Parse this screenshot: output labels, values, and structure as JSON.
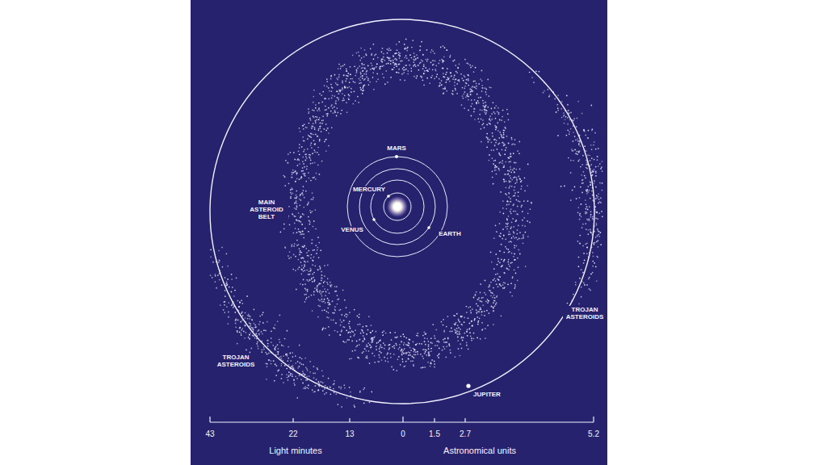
{
  "diagram": {
    "labels": [
      "MARS",
      "MERCURY",
      "VENUS",
      "EARTH",
      "MAIN ASTEROID BELT",
      "TROJAN ASTEROIDS",
      "TROJAN ASTEROIDS",
      "JUPITER",
      "43",
      "22",
      "13",
      "0",
      "1.5",
      "2.7",
      "5.2",
      "Light minutes",
      "Astronomical units"
    ]
  }
}
